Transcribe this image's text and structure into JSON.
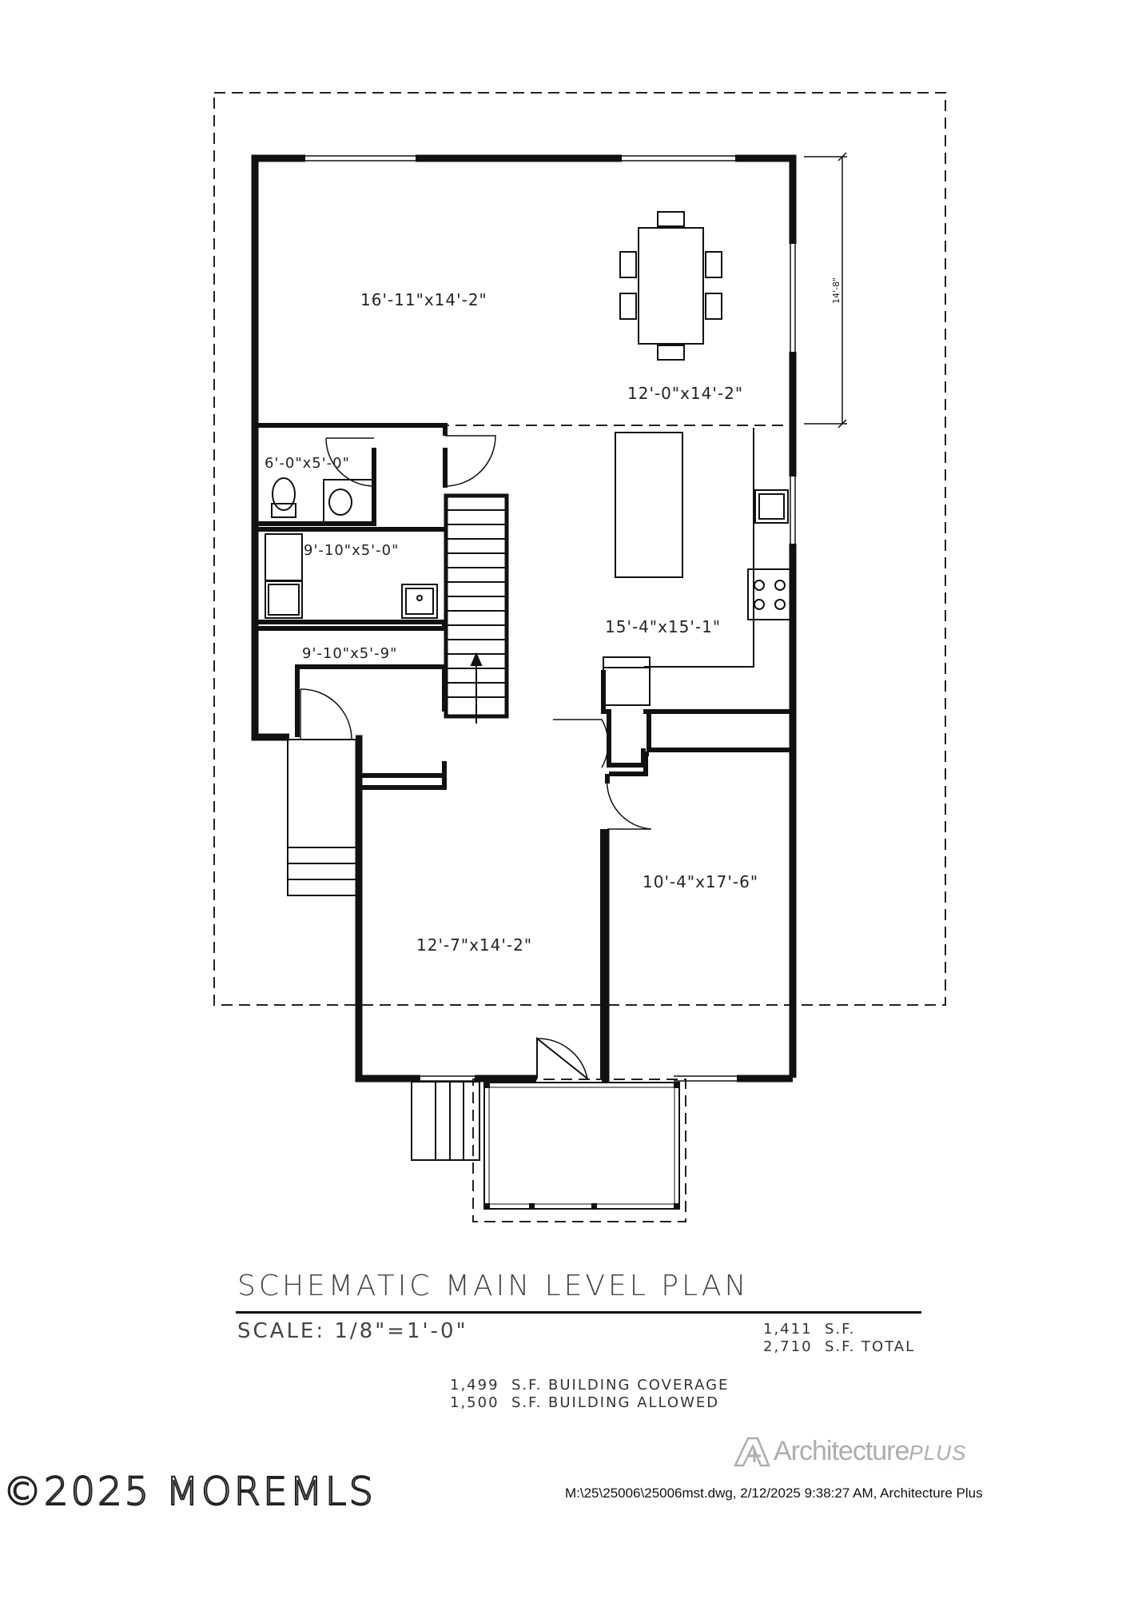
{
  "plan": {
    "rooms": [
      {
        "id": "family-room",
        "label": "16'-11\"x14'-2\""
      },
      {
        "id": "dining",
        "label": "12'-0\"x14'-2\""
      },
      {
        "id": "powder-room",
        "label": "6'-0\"x5'-0\""
      },
      {
        "id": "laundry",
        "label": "9'-10\"x5'-0\""
      },
      {
        "id": "mudroom",
        "label": "9'-10\"x5'-9\""
      },
      {
        "id": "kitchen",
        "label": "15'-4\"x15'-1\""
      },
      {
        "id": "bedroom",
        "label": "10'-4\"x17'-6\""
      },
      {
        "id": "living-room",
        "label": "12'-7\"x14'-2\""
      }
    ],
    "dimension": "14'-8\""
  },
  "titleblock": {
    "title": "SCHEMATIC MAIN LEVEL PLAN",
    "scale": "SCALE: 1/8\"=1'-0\"",
    "area_lines": "1,411  S.F.\n2,710  S.F. TOTAL",
    "coverage_lines": "1,499  S.F. BUILDING COVERAGE\n1,500  S.F. BUILDING ALLOWED"
  },
  "logo": {
    "name": "Architecture",
    "suffix": "PLUS"
  },
  "watermark": "©2025 MOREMLS",
  "filepath": "M:\\25\\25006\\25006mst.dwg, 2/12/2025 9:38:27 AM, Architecture Plus"
}
